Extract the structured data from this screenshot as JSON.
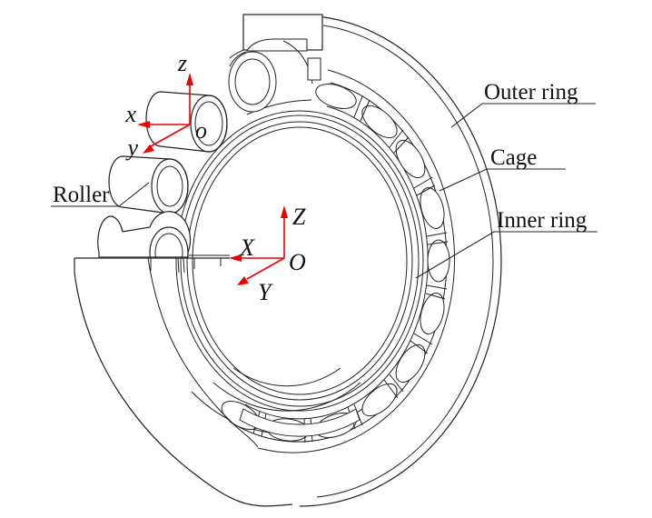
{
  "figure": {
    "background": "#ffffff",
    "line_color": "#222222",
    "axis_color": "#ee0000",
    "kind": "cutaway wireframe drawing of a cylindrical roller bearing"
  },
  "parts": {
    "outer_ring": "Outer ring",
    "cage": "Cage",
    "inner_ring": "Inner ring",
    "roller": "Roller"
  },
  "local_frame": {
    "origin_label": "o",
    "x_label": "x",
    "y_label": "y",
    "z_label": "z"
  },
  "global_frame": {
    "origin_label": "O",
    "x_label": "X",
    "y_label": "Y",
    "z_label": "Z"
  }
}
